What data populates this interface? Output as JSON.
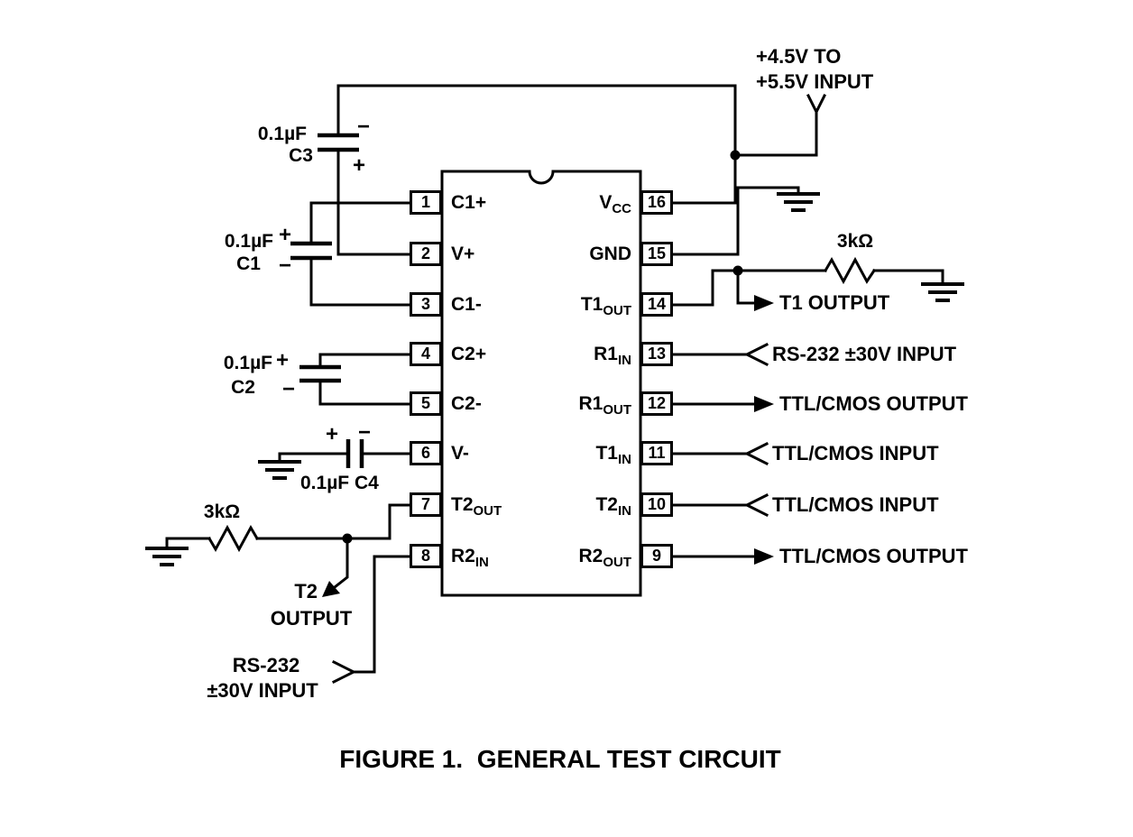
{
  "title": "FIGURE 1.  GENERAL TEST CIRCUIT",
  "supply": {
    "line1": "+4.5V TO",
    "line2": "+5.5V INPUT"
  },
  "ic": {
    "left_pins": [
      {
        "num": "1",
        "base": "C1+",
        "sub": ""
      },
      {
        "num": "2",
        "base": "V+",
        "sub": ""
      },
      {
        "num": "3",
        "base": "C1-",
        "sub": ""
      },
      {
        "num": "4",
        "base": "C2+",
        "sub": ""
      },
      {
        "num": "5",
        "base": "C2-",
        "sub": ""
      },
      {
        "num": "6",
        "base": "V-",
        "sub": ""
      },
      {
        "num": "7",
        "base": "T2",
        "sub": "OUT"
      },
      {
        "num": "8",
        "base": "R2",
        "sub": "IN"
      }
    ],
    "right_pins": [
      {
        "num": "16",
        "base": "V",
        "sub": "CC"
      },
      {
        "num": "15",
        "base": "GND",
        "sub": ""
      },
      {
        "num": "14",
        "base": "T1",
        "sub": "OUT"
      },
      {
        "num": "13",
        "base": "R1",
        "sub": "IN"
      },
      {
        "num": "12",
        "base": "R1",
        "sub": "OUT"
      },
      {
        "num": "11",
        "base": "T1",
        "sub": "IN"
      },
      {
        "num": "10",
        "base": "T2",
        "sub": "IN"
      },
      {
        "num": "9",
        "base": "R2",
        "sub": "OUT"
      }
    ]
  },
  "components": {
    "c3": {
      "value": "0.1µF",
      "name": "C3",
      "sign_top": "−",
      "sign_bottom": "+"
    },
    "c1": {
      "value": "0.1µF",
      "name": "C1",
      "sign_top": "+",
      "sign_bottom": "−"
    },
    "c2": {
      "value": "0.1µF",
      "name": "C2",
      "sign_top": "+",
      "sign_bottom": "−"
    },
    "c4": {
      "label": "0.1µF C4",
      "sign_left": "+",
      "sign_right": "−"
    },
    "resistor_t1": {
      "value": "3kΩ"
    },
    "resistor_t2": {
      "value": "3kΩ"
    }
  },
  "io": {
    "t1_output": "T1 OUTPUT",
    "r1_input": "RS-232 ±30V INPUT",
    "r1_output": "TTL/CMOS OUTPUT",
    "t1_input": "TTL/CMOS INPUT",
    "t2_input": "TTL/CMOS INPUT",
    "r2_output": "TTL/CMOS OUTPUT",
    "t2_out_line1": "T2",
    "t2_out_line2": "OUTPUT",
    "r2_in_line1": "RS-232",
    "r2_in_line2": "±30V INPUT"
  }
}
